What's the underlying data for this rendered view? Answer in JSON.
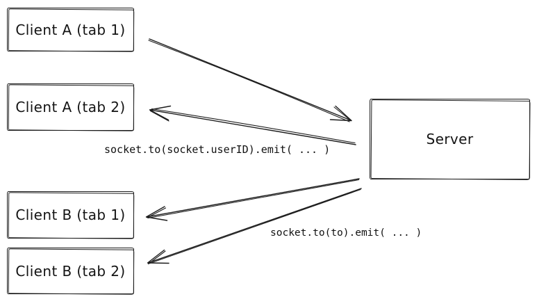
{
  "diagram": {
    "nodes": [
      {
        "id": "client-a-tab1",
        "label": "Client A (tab 1)"
      },
      {
        "id": "client-a-tab2",
        "label": "Client A (tab 2)"
      },
      {
        "id": "server",
        "label": "Server"
      },
      {
        "id": "client-b-tab1",
        "label": "Client B (tab 1)"
      },
      {
        "id": "client-b-tab2",
        "label": "Client B (tab 2)"
      }
    ],
    "arrows": [
      {
        "from": "client-a-tab1",
        "to": "server"
      },
      {
        "from": "server",
        "to": "client-a-tab2"
      },
      {
        "from": "server",
        "to": "client-b-tab1"
      },
      {
        "from": "server",
        "to": "client-b-tab2"
      }
    ],
    "code_labels": [
      {
        "id": "userid-broadcast",
        "text": "socket.to(socket.userID).emit( ... )"
      },
      {
        "id": "to-broadcast",
        "text": "socket.to(to).emit( ... )"
      }
    ],
    "colors": {
      "stroke": "#1c1c1c",
      "background": "#ffffff"
    }
  }
}
